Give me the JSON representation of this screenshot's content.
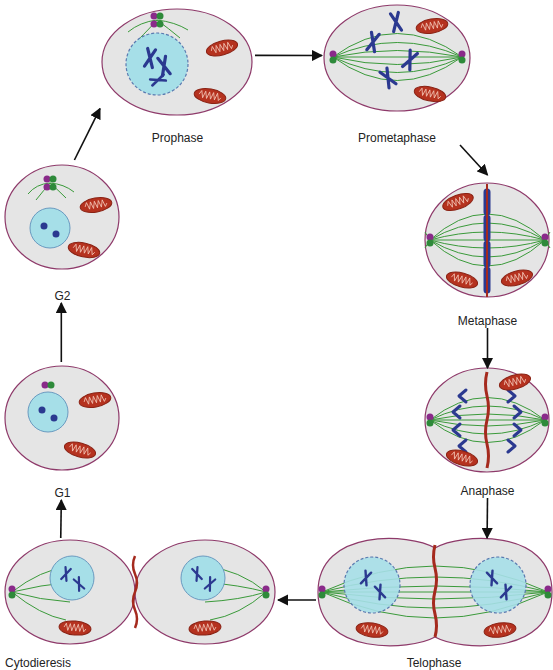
{
  "diagram": {
    "nodes": [
      {
        "text": [
          "Prophase"
        ]
      },
      {
        "text": [
          "Prometaphase"
        ]
      },
      {
        "text": [
          "Metaphase"
        ]
      },
      {
        "text": [
          "Anaphase"
        ]
      },
      {
        "text": [
          "Telophase"
        ]
      },
      {
        "text": [
          "Cytodieresis"
        ]
      },
      {
        "text": [
          "G1"
        ]
      },
      {
        "text": [
          "G2"
        ]
      }
    ],
    "edges": [
      {
        "from": 0,
        "to": 1,
        "arrow": "to"
      },
      {
        "from": 1,
        "to": 2,
        "arrow": "to"
      },
      {
        "from": 2,
        "to": 3,
        "arrow": "to"
      },
      {
        "from": 3,
        "to": 4,
        "arrow": "to"
      },
      {
        "from": 4,
        "to": 5,
        "arrow": "to"
      },
      {
        "from": 5,
        "to": 6,
        "arrow": "to"
      },
      {
        "from": 6,
        "to": 7,
        "arrow": "to"
      },
      {
        "from": 7,
        "to": 0,
        "arrow": "to"
      }
    ]
  }
}
